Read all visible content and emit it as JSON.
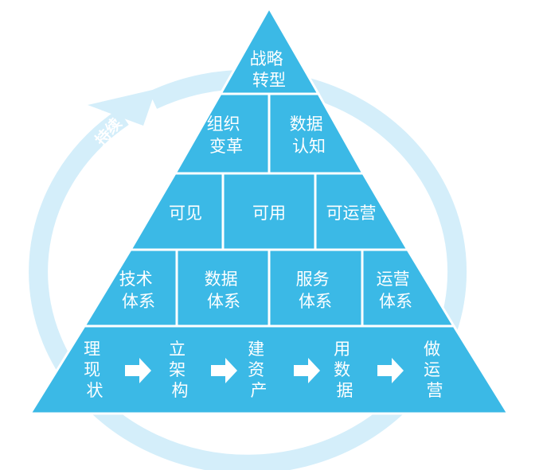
{
  "colors": {
    "tier_fill": "#3bb9e6",
    "tier_stroke": "#ffffff",
    "ring": "#d4eefa",
    "text": "#ffffff"
  },
  "cycle": {
    "label": "持续"
  },
  "pyramid": {
    "tier1": {
      "cells": [
        {
          "lines": [
            "战略",
            "转型"
          ]
        }
      ]
    },
    "tier2": {
      "cells": [
        {
          "lines": [
            "组织",
            "变革"
          ]
        },
        {
          "lines": [
            "数据",
            "认知"
          ]
        }
      ]
    },
    "tier3": {
      "cells": [
        {
          "lines": [
            "可见"
          ]
        },
        {
          "lines": [
            "可用"
          ]
        },
        {
          "lines": [
            "可运营"
          ]
        }
      ]
    },
    "tier4": {
      "cells": [
        {
          "lines": [
            "技术",
            "体系"
          ]
        },
        {
          "lines": [
            "数据",
            "体系"
          ]
        },
        {
          "lines": [
            "服务",
            "体系"
          ]
        },
        {
          "lines": [
            "运营",
            "体系"
          ]
        }
      ]
    },
    "base": {
      "steps": [
        {
          "lines": [
            "理",
            "现",
            "状"
          ]
        },
        {
          "lines": [
            "立",
            "架",
            "构"
          ]
        },
        {
          "lines": [
            "建",
            "资",
            "产"
          ]
        },
        {
          "lines": [
            "用",
            "数",
            "据"
          ]
        },
        {
          "lines": [
            "做",
            "运",
            "营"
          ]
        }
      ]
    }
  }
}
